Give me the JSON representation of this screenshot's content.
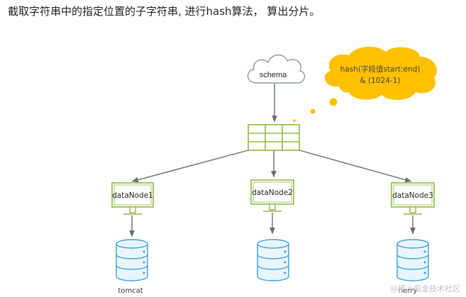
{
  "heading": "截取字符串中的指定位置的子字符串, 进行hash算法，  算出分片。",
  "schema": {
    "label": "schema"
  },
  "callout": {
    "line1": "hash(字段值start:end)",
    "line2": "& (1024-1)"
  },
  "nodes": [
    {
      "label": "dataNode1",
      "db_label": "tomcat"
    },
    {
      "label": "dataNode2",
      "db_label": ""
    },
    {
      "label": "dataNode3",
      "db_label": "herry"
    }
  ],
  "watermark": "@稀土掘金技术社区",
  "colors": {
    "green": "#8dbd3c",
    "cloud_stroke": "#8a9aa6",
    "callout_fill": "#ffc000",
    "db_fill": "#e8f5fc",
    "db_stroke": "#3da0d8",
    "arrow": "#6b6b6b"
  }
}
